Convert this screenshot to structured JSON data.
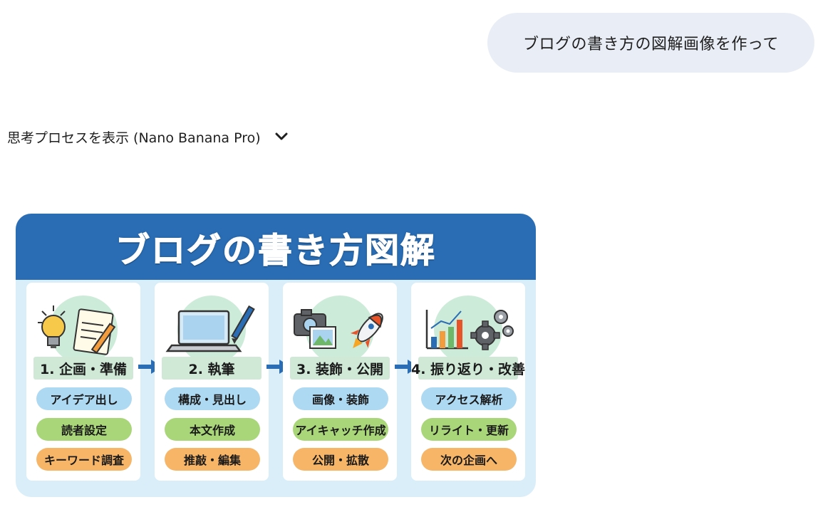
{
  "user_message": "ブログの書き方の図解画像を作って",
  "thinking": {
    "label": "思考プロセスを表示 (Nano Banana Pro)",
    "icon": "chevron-down-icon"
  },
  "infographic": {
    "title": "ブログの書き方図解",
    "colors": {
      "header": "#2a6db4",
      "background": "#d9eef8",
      "step_title": "#cfe9d6",
      "pill_blue": "#aed9f2",
      "pill_green": "#a9d679",
      "pill_orange": "#f7b567",
      "arrow": "#2a6db4"
    },
    "steps": [
      {
        "title": "1. 企画・準備",
        "items": [
          "アイデア出し",
          "読者設定",
          "キーワード調査"
        ],
        "icons": [
          "lightbulb-icon",
          "notepad-pencil-icon"
        ]
      },
      {
        "title": "2. 執筆",
        "items": [
          "構成・見出し",
          "本文作成",
          "推敲・編集"
        ],
        "icons": [
          "laptop-icon",
          "pen-icon"
        ]
      },
      {
        "title": "3. 装飾・公開",
        "items": [
          "画像・装飾",
          "アイキャッチ作成",
          "公開・拡散"
        ],
        "icons": [
          "camera-icon",
          "picture-icon",
          "rocket-icon"
        ]
      },
      {
        "title": "4. 振り返り・改善",
        "items": [
          "アクセス解析",
          "リライト・更新",
          "次の企画へ"
        ],
        "icons": [
          "bar-chart-icon",
          "gears-icon"
        ]
      }
    ]
  }
}
